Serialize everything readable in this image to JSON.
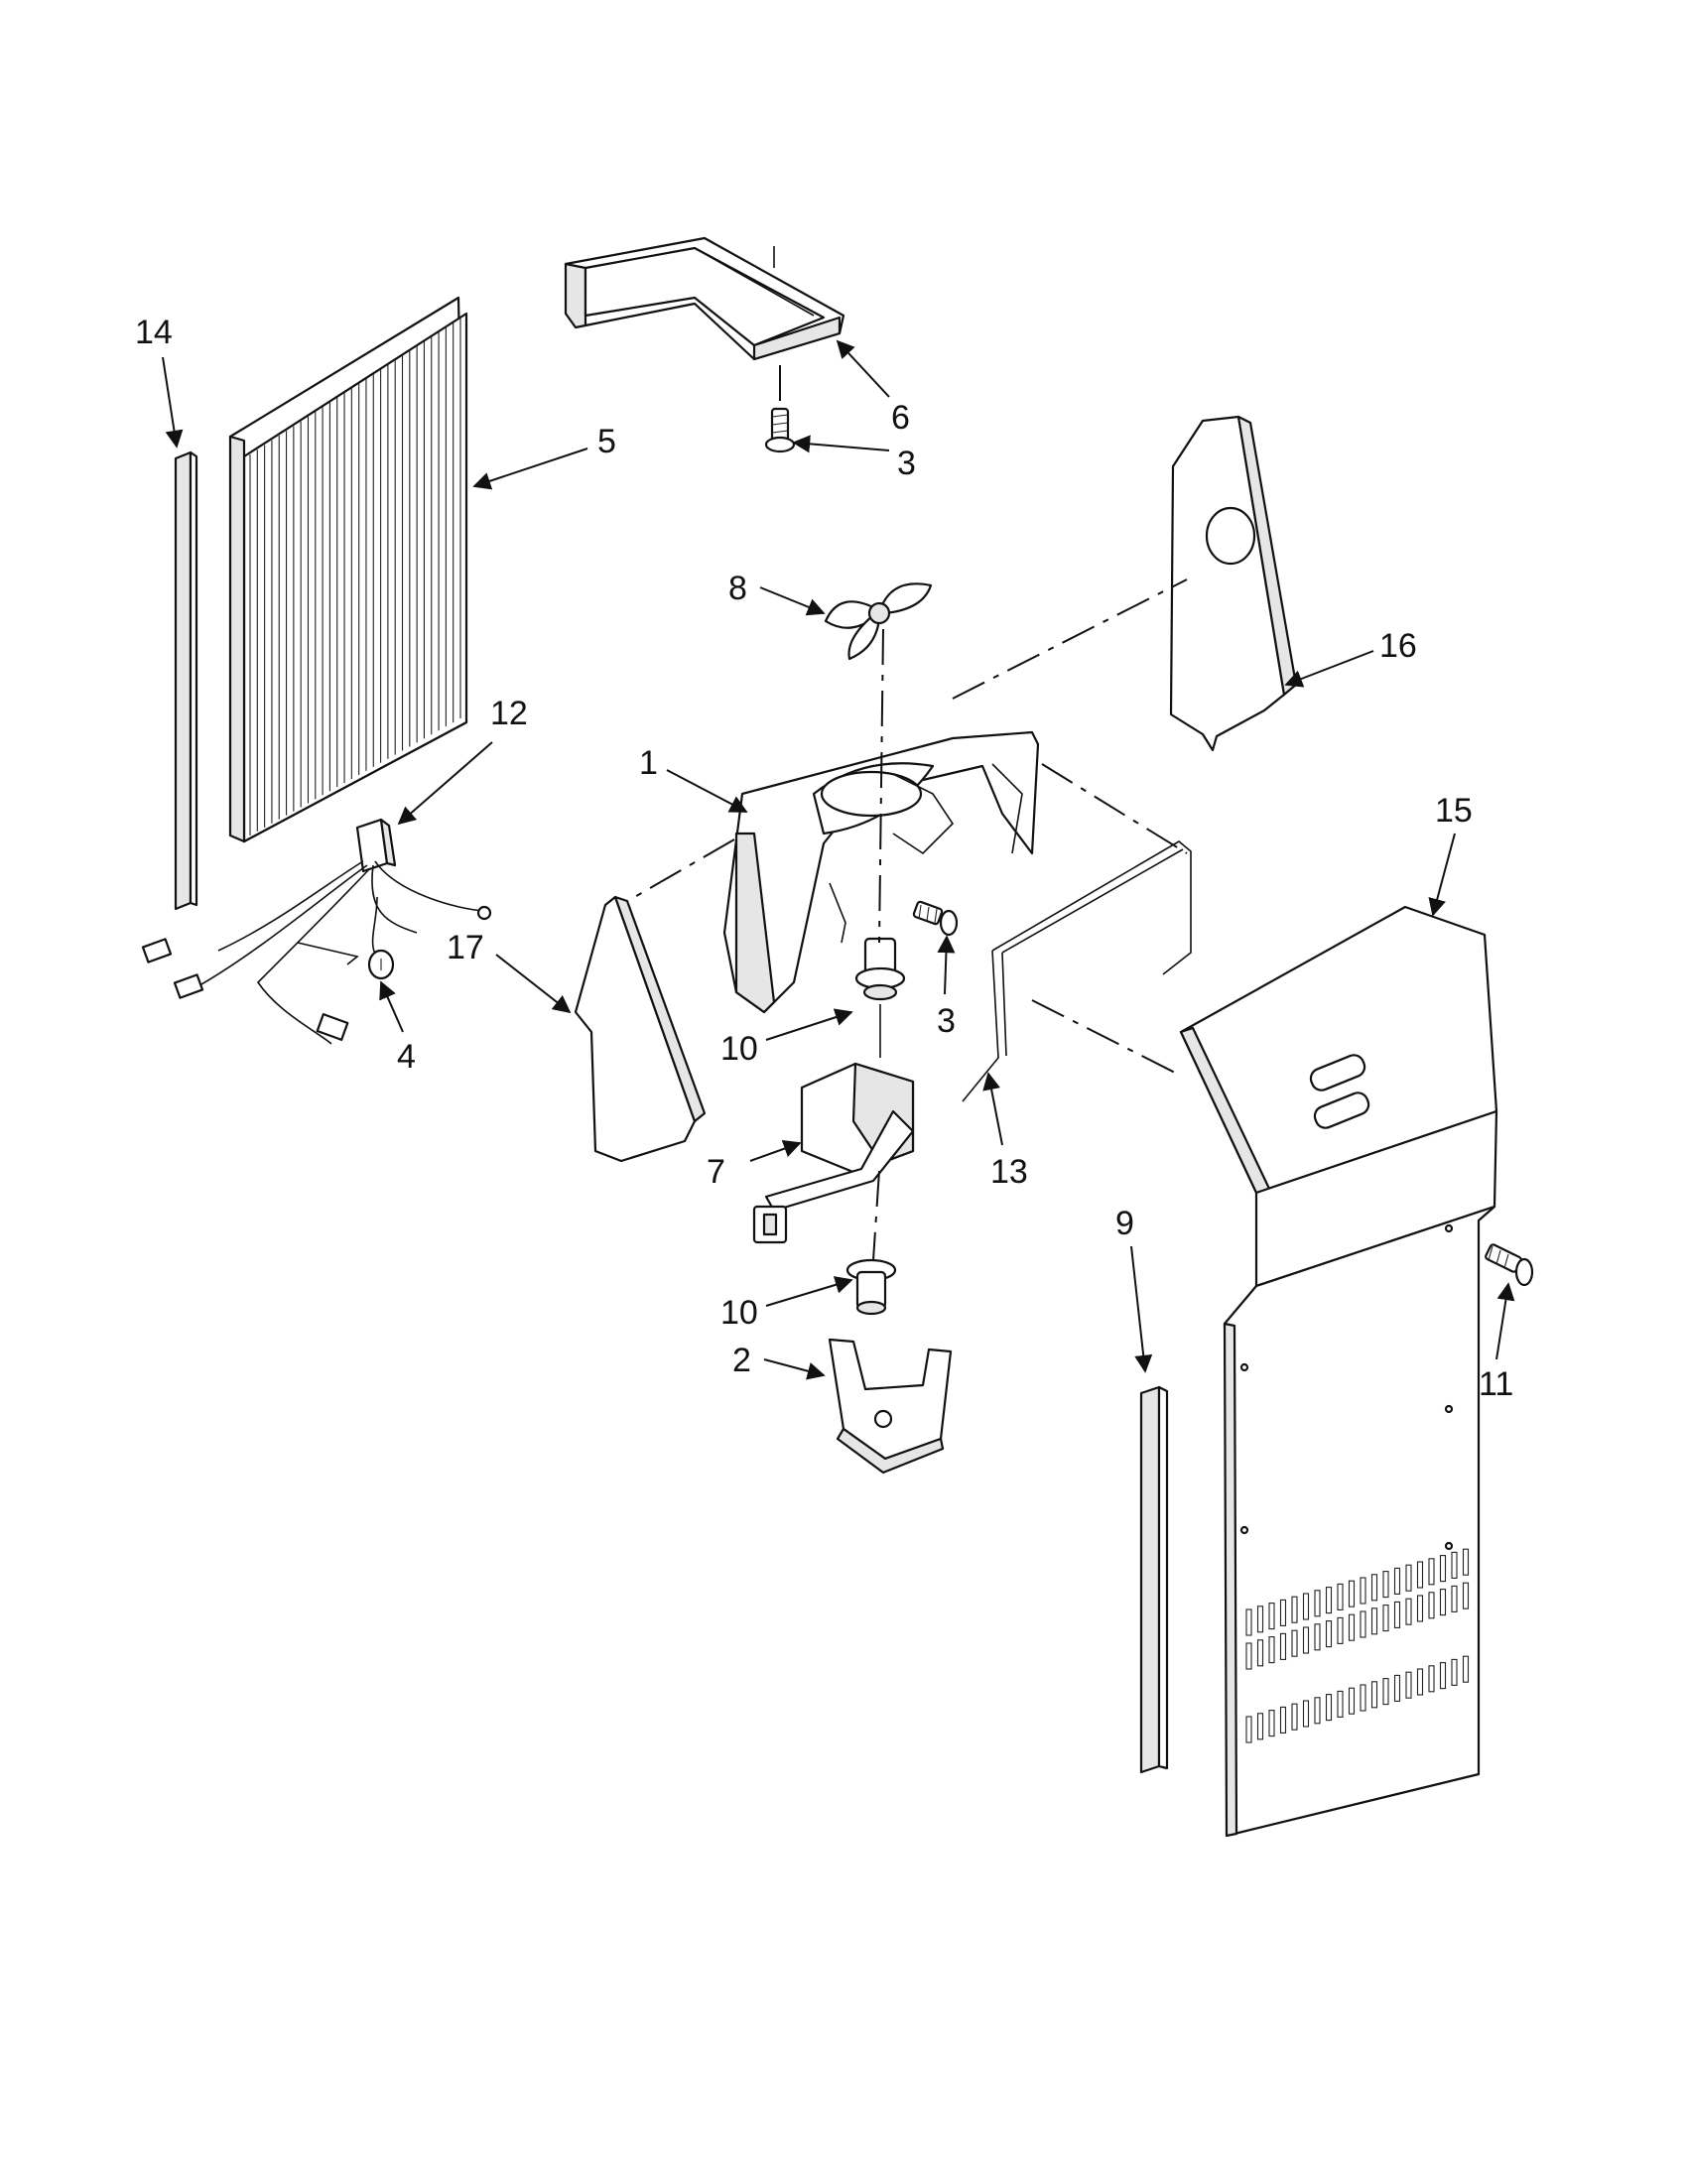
{
  "diagram": {
    "callouts": [
      {
        "id": "c14",
        "text": "14"
      },
      {
        "id": "c5",
        "text": "5"
      },
      {
        "id": "c6",
        "text": "6"
      },
      {
        "id": "c3a",
        "text": "3"
      },
      {
        "id": "c8",
        "text": "8"
      },
      {
        "id": "c16",
        "text": "16"
      },
      {
        "id": "c12",
        "text": "12"
      },
      {
        "id": "c1",
        "text": "1"
      },
      {
        "id": "c15",
        "text": "15"
      },
      {
        "id": "c17",
        "text": "17"
      },
      {
        "id": "c4",
        "text": "4"
      },
      {
        "id": "c3b",
        "text": "3"
      },
      {
        "id": "c10a",
        "text": "10"
      },
      {
        "id": "c13",
        "text": "13"
      },
      {
        "id": "c7",
        "text": "7"
      },
      {
        "id": "c9",
        "text": "9"
      },
      {
        "id": "c10b",
        "text": "10"
      },
      {
        "id": "c11",
        "text": "11"
      },
      {
        "id": "c2",
        "text": "2"
      }
    ]
  }
}
